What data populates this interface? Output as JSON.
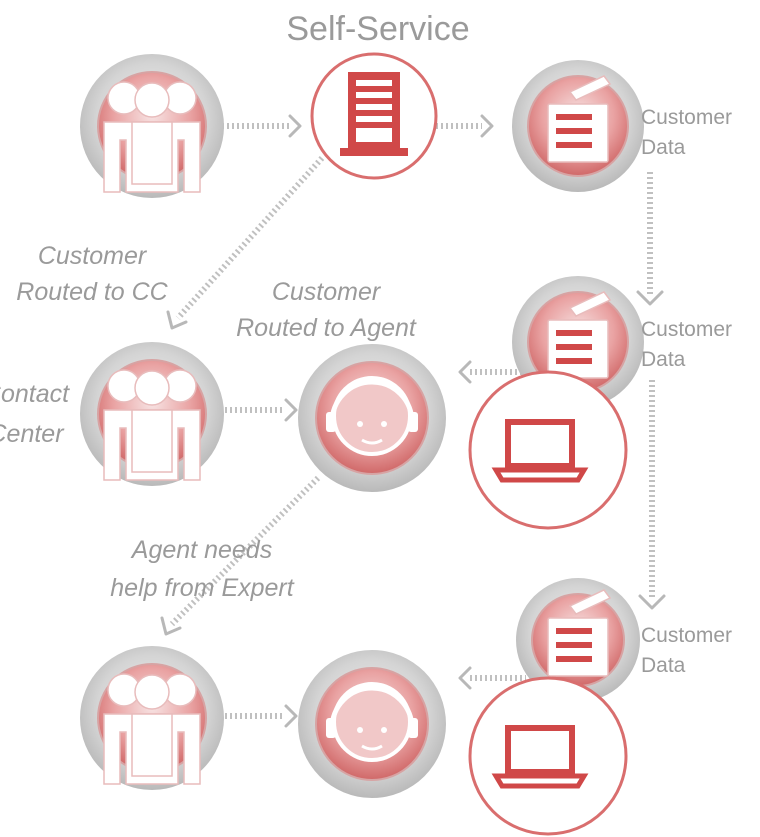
{
  "labels": {
    "self_service": "Self-Service",
    "customer_data_1": [
      "Customer",
      "Data"
    ],
    "customer_data_2": [
      "Customer",
      "Data"
    ],
    "customer_data_3": [
      "Customer",
      "Data"
    ],
    "customer_routed_cc": [
      "Customer",
      "Routed to CC"
    ],
    "customer_routed_agent": [
      "Customer",
      "Routed to Agent"
    ],
    "contact_center": [
      "Contact",
      "Center"
    ],
    "agent_needs_help": [
      "Agent needs",
      "help from Expert"
    ]
  },
  "colors": {
    "accent_red": "#d04848",
    "ring_grey": "#cfcfcf",
    "label_grey": "#9a9a9a",
    "connector_grey": "#c0c0c0"
  },
  "icons": [
    "customer-group-icon",
    "ivr-server-icon",
    "fax-machine-icon",
    "agent-headset-icon",
    "laptop-icon"
  ]
}
